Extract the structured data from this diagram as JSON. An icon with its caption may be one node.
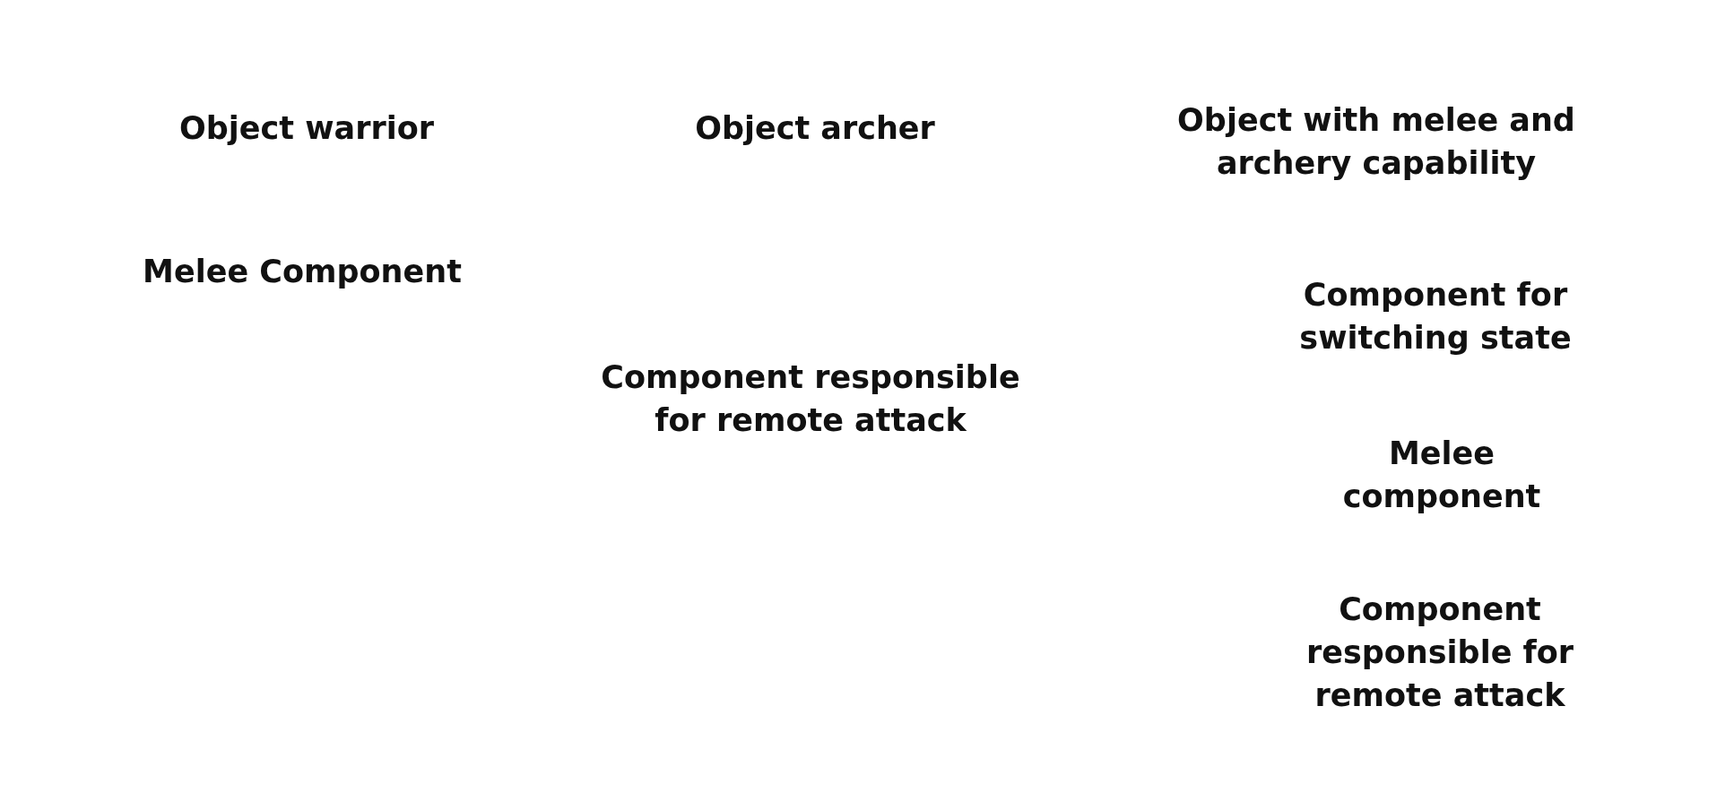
{
  "diagram": {
    "labels": [
      "Object warrior",
      "Object archer",
      "Object with melee and archery capability",
      "Melee Component",
      "Component for switching state",
      "Component responsible for remote attack",
      "Melee component",
      "Component responsible for remote attack"
    ]
  }
}
